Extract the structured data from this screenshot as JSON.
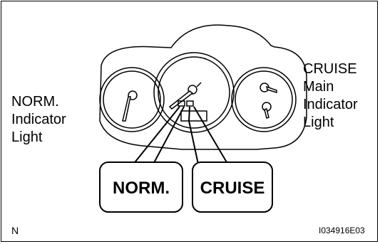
{
  "labels": {
    "norm_lines": [
      "NORM.",
      "Indicator",
      "Light"
    ],
    "cruise_lines": [
      "CRUISE",
      "Main",
      "Indicator",
      "Light"
    ]
  },
  "callouts": {
    "norm": "NORM.",
    "cruise": "CRUISE"
  },
  "footer": {
    "corner_letter": "N",
    "figure_code": "I034916E03"
  }
}
